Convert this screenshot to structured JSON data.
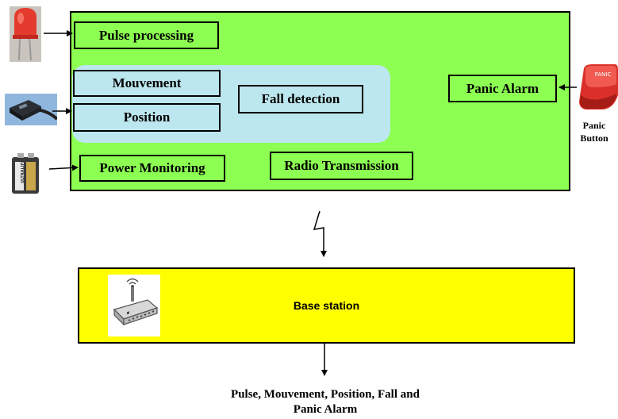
{
  "modules": {
    "pulse": "Pulse processing",
    "mouvement": "Mouvement",
    "position": "Position",
    "fall": "Fall detection",
    "panic_alarm": "Panic Alarm",
    "power": "Power Monitoring",
    "radio": "Radio Transmission"
  },
  "panic_button": {
    "label_line1": "Panic",
    "label_line2": "Button",
    "key_text": "PANIC"
  },
  "battery": {
    "brand_text": "ULTRALIFE"
  },
  "base_station": {
    "label": "Base station"
  },
  "output": {
    "line1": "Pulse, Mouvement, Position, Fall and",
    "line2": "Panic Alarm"
  },
  "colors": {
    "unit_fill": "#8CFF52",
    "sensor_group_fill": "#BDE7EE",
    "base_fill": "#FFFF00",
    "led_red": "#E33B2E",
    "panic_red": "#D9302A"
  },
  "icons": [
    "led-icon",
    "accelerometer-icon",
    "battery-icon",
    "panic-button-icon",
    "router-icon",
    "lightning-icon"
  ]
}
